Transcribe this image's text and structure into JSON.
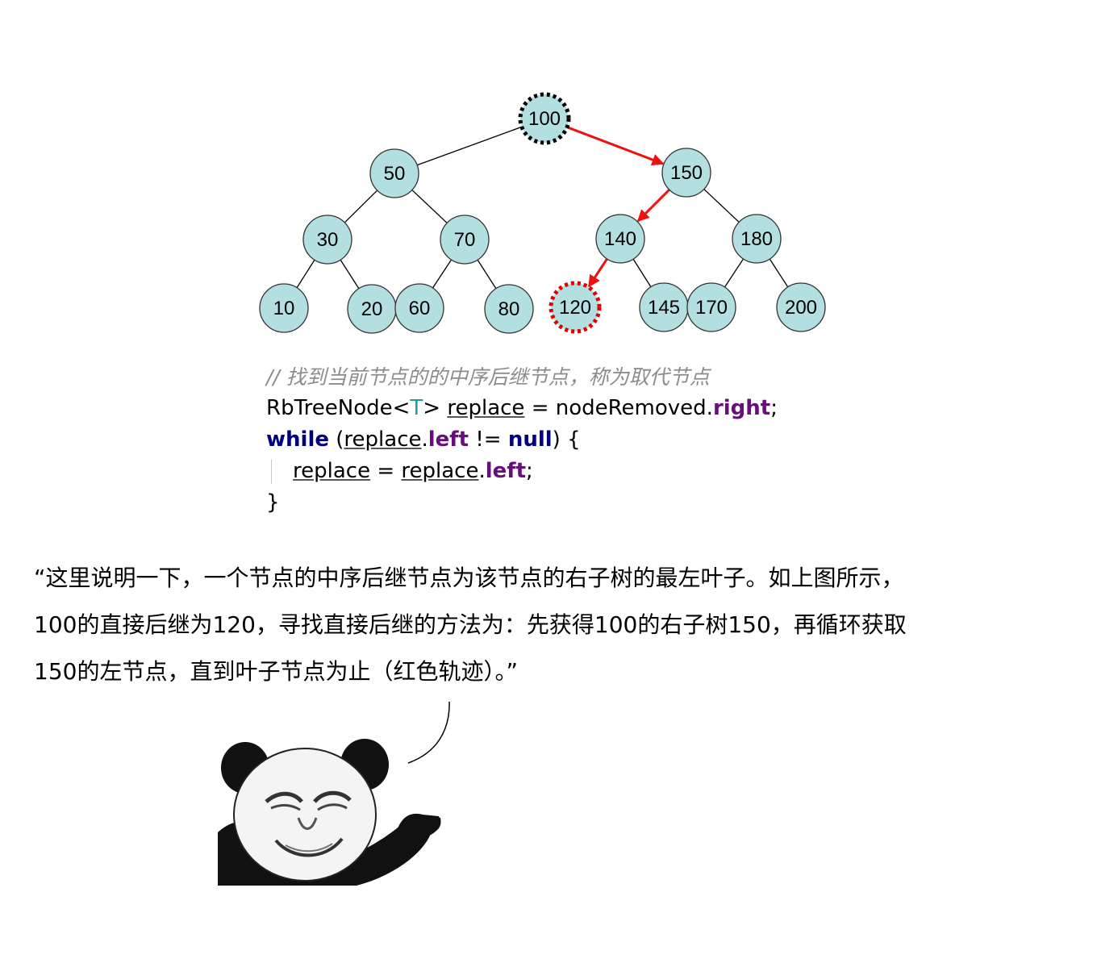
{
  "tree": {
    "nodes": [
      {
        "id": "n100",
        "label": "100",
        "highlight": "root-black-dotted"
      },
      {
        "id": "n50",
        "label": "50"
      },
      {
        "id": "n150",
        "label": "150"
      },
      {
        "id": "n30",
        "label": "30"
      },
      {
        "id": "n70",
        "label": "70"
      },
      {
        "id": "n140",
        "label": "140"
      },
      {
        "id": "n180",
        "label": "180"
      },
      {
        "id": "n10",
        "label": "10"
      },
      {
        "id": "n20",
        "label": "20"
      },
      {
        "id": "n60",
        "label": "60"
      },
      {
        "id": "n80",
        "label": "80"
      },
      {
        "id": "n120",
        "label": "120",
        "highlight": "target-red-dotted"
      },
      {
        "id": "n145",
        "label": "145"
      },
      {
        "id": "n170",
        "label": "170"
      },
      {
        "id": "n200",
        "label": "200"
      }
    ],
    "edges": [
      {
        "from": "n100",
        "to": "n50",
        "path": false
      },
      {
        "from": "n100",
        "to": "n150",
        "path": true
      },
      {
        "from": "n50",
        "to": "n30",
        "path": false
      },
      {
        "from": "n50",
        "to": "n70",
        "path": false
      },
      {
        "from": "n150",
        "to": "n140",
        "path": true
      },
      {
        "from": "n150",
        "to": "n180",
        "path": false
      },
      {
        "from": "n30",
        "to": "n10",
        "path": false
      },
      {
        "from": "n30",
        "to": "n20",
        "path": false
      },
      {
        "from": "n70",
        "to": "n60",
        "path": false
      },
      {
        "from": "n70",
        "to": "n80",
        "path": false
      },
      {
        "from": "n140",
        "to": "n120",
        "path": true
      },
      {
        "from": "n140",
        "to": "n145",
        "path": false
      },
      {
        "from": "n180",
        "to": "n170",
        "path": false
      },
      {
        "from": "n180",
        "to": "n200",
        "path": false
      }
    ],
    "colors": {
      "node_fill": "#b4dfe0",
      "node_stroke": "#333333",
      "path_edge": "#ee1111",
      "edge": "#000000"
    }
  },
  "code": {
    "comment": "// 找到当前节点的的中序后继节点，称为取代节点",
    "line1": {
      "type": "RbTreeNode",
      "lt": "<",
      "param": "T",
      "gt": ">",
      "var": "replace",
      "eq": " = ",
      "obj": "nodeRemoved",
      "dot": ".",
      "field": "right",
      "semi": ";"
    },
    "line2": {
      "kw": "while",
      "open": " (",
      "var": "replace",
      "dot": ".",
      "field": "left",
      "op": " != ",
      "null": "null",
      "close": ") {"
    },
    "line3": {
      "var": "replace",
      "eq": " = ",
      "obj": "replace",
      "dot": ".",
      "field": "left",
      "semi": ";"
    },
    "line4": {
      "brace": "}"
    }
  },
  "explanation": {
    "line1": "“这里说明一下，一个节点的中序后继节点为该节点的右子树的最左叶子。如上图所示，",
    "line2": "100的直接后继为120，寻找直接后继的方法为：先获得100的右子树150，再循环获取",
    "line3": "150的左节点，直到叶子节点为止（红色轨迹）。”"
  },
  "illustration": {
    "name": "panda-meme-icon"
  }
}
